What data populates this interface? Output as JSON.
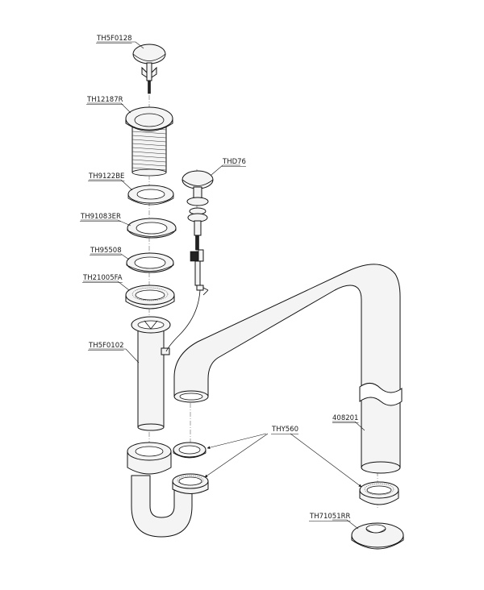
{
  "parts": [
    {
      "id": "TH5F0128"
    },
    {
      "id": "TH12187R"
    },
    {
      "id": "TH9122BE"
    },
    {
      "id": "TH91083ER"
    },
    {
      "id": "TH95508"
    },
    {
      "id": "TH21005FA"
    },
    {
      "id": "TH5F0102"
    },
    {
      "id": "THD76"
    },
    {
      "id": "THY560"
    },
    {
      "id": "408201"
    },
    {
      "id": "TH71051RR"
    }
  ]
}
